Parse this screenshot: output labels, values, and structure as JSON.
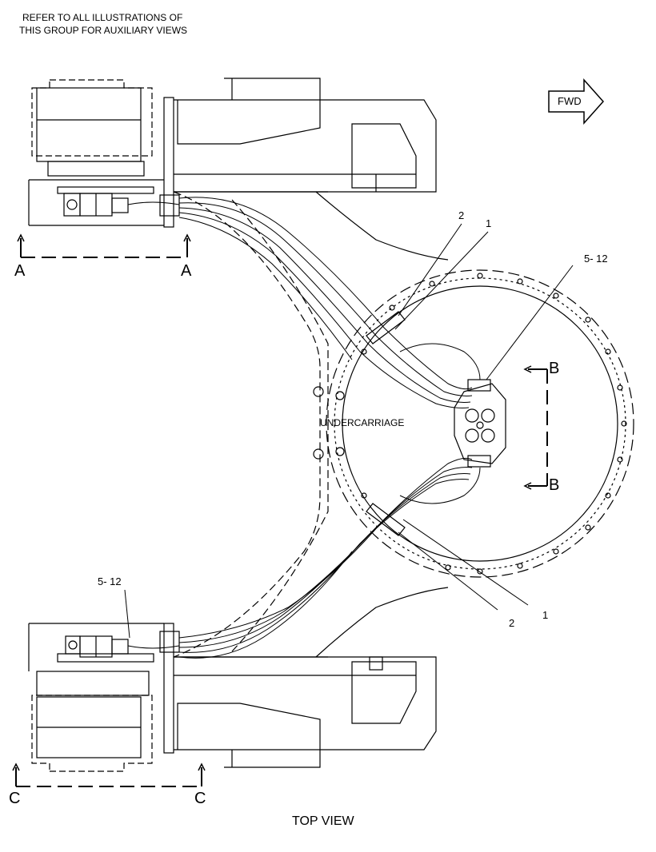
{
  "header": {
    "note_line1": "REFER TO ALL ILLUSTRATIONS OF",
    "note_line2": "THIS GROUP FOR AUXILIARY VIEWS"
  },
  "direction_arrow": {
    "label": "FWD"
  },
  "section_markers": {
    "a_left": "A",
    "a_right": "A",
    "b_top": "B",
    "b_bottom": "B",
    "c_left": "C",
    "c_right": "C"
  },
  "callouts": {
    "top_2": "2",
    "top_1": "1",
    "top_5_12": "5- 12",
    "bottom_5_12": "5- 12",
    "bottom_2": "2",
    "bottom_1": "1"
  },
  "component_label": "UNDERCARRIAGE",
  "view_title": "TOP VIEW"
}
